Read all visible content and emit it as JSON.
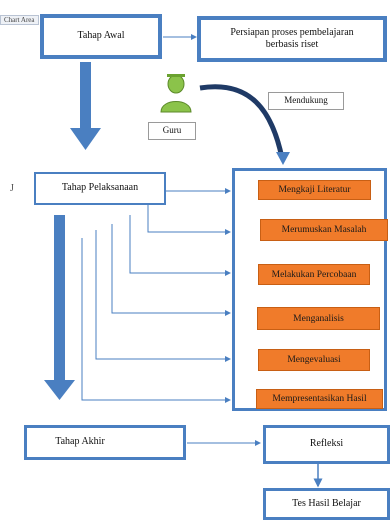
{
  "chart_area_tag": "Chart Area",
  "nodes": {
    "tahap_awal": "Tahap Awal",
    "persiapan": "Persiapan proses pembelajaran berbasis riset",
    "mendukung": "Mendukung",
    "guru": "Guru",
    "tahap_pelaksanaan": "Tahap Pelaksanaan",
    "tahap_akhir": "Tahap Akhir",
    "refleksi": "Refleksi",
    "tes_hasil": "Tes Hasil Belajar"
  },
  "steps": [
    "Mengkaji Literatur",
    "Merumuskan Masalah",
    "Melakukan Percobaan",
    "Menganalisis",
    "Mengevaluasi",
    "Mempresentasikan  Hasil"
  ],
  "stray_glyph": "J",
  "colors": {
    "blue": "#4a7fc1",
    "orange": "#f07b2a"
  }
}
